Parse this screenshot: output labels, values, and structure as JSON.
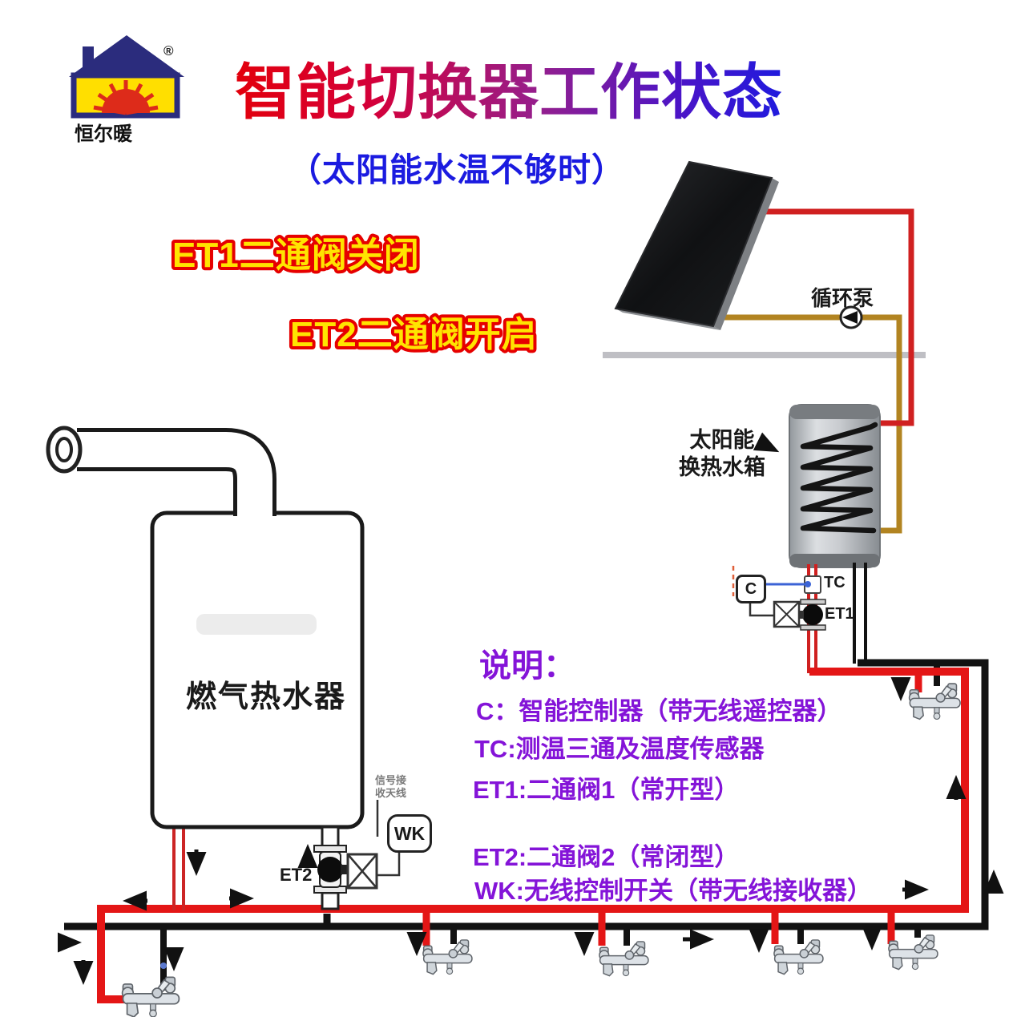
{
  "logo": {
    "brand": "恒尔暖",
    "registered": "®"
  },
  "header": {
    "title": "智能切换器工作状态",
    "subtitle": "（太阳能水温不够时）"
  },
  "status": {
    "et1_line": "ET1二通阀关闭",
    "et2_line": "ET2二通阀开启"
  },
  "diagram": {
    "pump_label": "循环泵",
    "tank_label_line1": "太阳能",
    "tank_label_line2": "换热水箱",
    "heater_label": "燃气热水器",
    "tc_label": "TC",
    "et1_label": "ET1",
    "et2_label": "ET2",
    "wk_label": "WK",
    "c_label": "C",
    "antenna_label_line1": "信号接",
    "antenna_label_line2": "收天线"
  },
  "legend": {
    "heading": "说明：",
    "items": [
      {
        "text": "C：智能控制器（带无线遥控器）"
      },
      {
        "text": "TC:测温三通及温度传感器"
      },
      {
        "text": "ET1:二通阀1（常开型）"
      },
      {
        "text": "ET2:二通阀2（常闭型）"
      },
      {
        "text": "WK:无线控制开关（带无线接收器）"
      }
    ]
  },
  "colors": {
    "hot_pipe": "#e41616",
    "cold_pipe": "#121212",
    "solar_pipe": "#b28421",
    "accent_purple": "#8414d8",
    "accent_blue": "#1b1be0",
    "status_yellow": "#ffe400",
    "status_outline": "#e60000",
    "logo_navy": "#2b2c7d",
    "logo_yellow": "#ffdf00",
    "logo_red": "#dd2b1a"
  }
}
